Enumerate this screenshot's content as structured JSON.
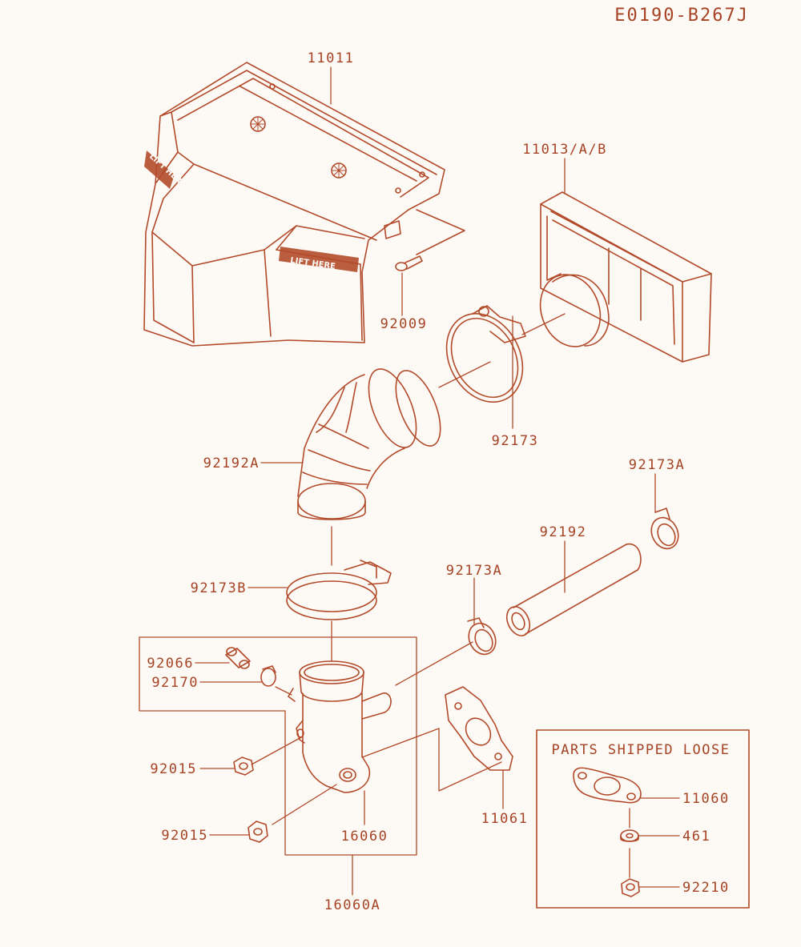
{
  "diagram": {
    "code": "E0190-B267J",
    "box_title": "PARTS SHIPPED LOOSE",
    "stamp_text": "LIFT HERE",
    "colors": {
      "line": "#b24a2a",
      "text": "#a64324",
      "background": "#fdfaf5"
    },
    "parts": {
      "p11011": "11011",
      "p11013": "11013/A/B",
      "p92009": "92009",
      "p92173": "92173",
      "p92192A": "92192A",
      "p92173A_top": "92173A",
      "p92192": "92192",
      "p92173A_mid": "92173A",
      "p92173B": "92173B",
      "p92066": "92066",
      "p92170": "92170",
      "p92015_a": "92015",
      "p92015_b": "92015",
      "p16060": "16060",
      "p16060A": "16060A",
      "p11061": "11061",
      "p11060": "11060",
      "p461": "461",
      "p92210": "92210"
    }
  }
}
